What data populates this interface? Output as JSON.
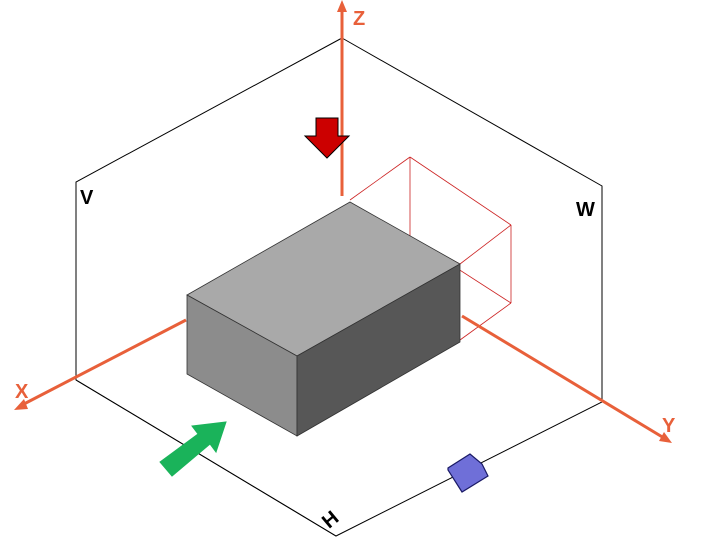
{
  "colors": {
    "axis": "#e8603a",
    "frame": "#000000",
    "box_top": "#a9a9a9",
    "box_front": "#8c8c8c",
    "box_right": "#575757",
    "projection": "#cc2222",
    "arrow_top": "#cc0000",
    "arrow_front": "#1ab35a",
    "arrow_side": "#6f6fd8"
  },
  "axes": {
    "x": "X",
    "y": "Y",
    "z": "Z"
  },
  "planes": {
    "v": "V",
    "w": "W",
    "h": "H"
  },
  "view_arrows": [
    {
      "name": "top-view-arrow",
      "color": "#cc0000"
    },
    {
      "name": "front-view-arrow",
      "color": "#1ab35a"
    },
    {
      "name": "side-view-arrow",
      "color": "#6f6fd8"
    }
  ]
}
